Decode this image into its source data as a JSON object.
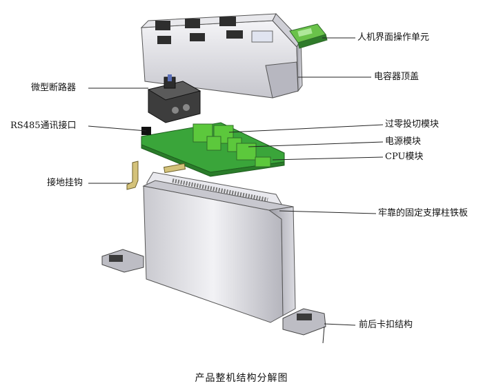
{
  "labels": {
    "hmi_unit": "人机界面操作单元",
    "capacitor_top_cover": "电容器顶盖",
    "micro_breaker": "微型断路器",
    "rs485_port": "RS485通讯接口",
    "zero_switching_module": "过零投切模块",
    "power_module": "电源模块",
    "cpu_module": "CPU模块",
    "ground_hook": "接地挂钩",
    "support_pillar_plate": "牢靠的固定支撑柱铁板",
    "front_rear_clips": "前后卡扣结构"
  },
  "caption": "产品整机结构分解图",
  "colors": {
    "pcb_green": "#3aa53a",
    "component_green": "#5cc83c",
    "housing_gray": "#d9d9de",
    "dark_part": "#3a3a3a"
  }
}
